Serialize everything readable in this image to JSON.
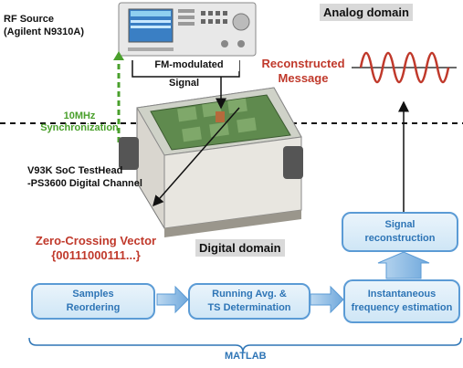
{
  "labels": {
    "rf_source_line1": "RF Source",
    "rf_source_line2": "(Agilent N9310A)",
    "fm_modulated": "FM-modulated",
    "signal": "Signal",
    "sync_line1": "10MHz",
    "sync_line2": "Synchronization",
    "testhead_line1": "V93K SoC TestHead",
    "testhead_line2": "-PS3600 Digital Channel",
    "analog_domain": "Analog domain",
    "digital_domain": "Digital domain",
    "reconstructed_line1": "Reconstructed",
    "reconstructed_line2": "Message",
    "zc_title": "Zero-Crossing Vector",
    "zc_value": "{00111000111...}",
    "matlab": "MATLAB"
  },
  "boxes": {
    "samples_line1": "Samples",
    "samples_line2": "Reordering",
    "running_line1": "Running Avg. &",
    "running_line2": "TS Determination",
    "inst_line1": "Instantaneous",
    "inst_line2": "frequency estimation",
    "signal_line1": "Signal",
    "signal_line2": "reconstruction"
  },
  "colors": {
    "accent_red": "#c0392b",
    "box_border": "#5b9bd5",
    "sync_green": "#4aa02c"
  }
}
